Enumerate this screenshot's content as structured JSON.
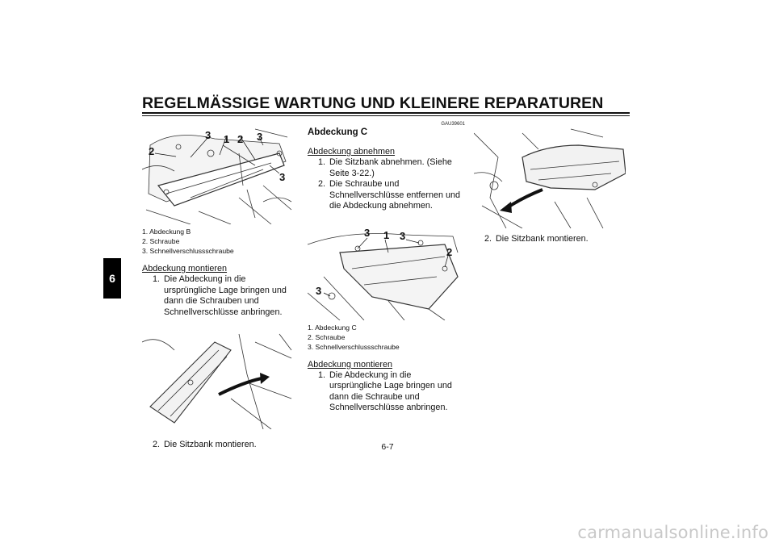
{
  "header": {
    "title": "REGELMÄSSIGE WARTUNG UND KLEINERE REPARATUREN",
    "chapter": "6"
  },
  "col1": {
    "figure_callouts": [
      "3",
      "1",
      "2",
      "3",
      "2",
      "3"
    ],
    "captions": [
      "1. Abdeckung B",
      "2. Schraube",
      "3. Schnellverschlussschraube"
    ],
    "install_heading": "Abdeckung montieren",
    "install_steps": [
      {
        "num": "1.",
        "text": "Die Abdeckung in die ursprüngliche Lage bringen und dann die Schrauben und Schnellverschlüsse anbringen."
      }
    ],
    "seat_step": {
      "num": "2.",
      "text": "Die Sitzbank montieren."
    }
  },
  "col2": {
    "section_code": "GAU39601",
    "section_title": "Abdeckung C",
    "remove_heading": "Abdeckung abnehmen",
    "remove_steps": [
      {
        "num": "1.",
        "text": "Die Sitzbank abnehmen. (Siehe Seite 3-22.)"
      },
      {
        "num": "2.",
        "text": "Die Schraube und Schnellverschlüsse entfernen und die Abdeckung abnehmen."
      }
    ],
    "figure_callouts": [
      "3",
      "1",
      "3",
      "2",
      "3"
    ],
    "captions": [
      "1. Abdeckung C",
      "2. Schraube",
      "3. Schnellverschlussschraube"
    ],
    "install_heading": "Abdeckung montieren",
    "install_steps": [
      {
        "num": "1.",
        "text": "Die Abdeckung in die ursprüngliche Lage bringen und dann die Schraube und Schnellverschlüsse anbringen."
      }
    ]
  },
  "col3": {
    "seat_step": {
      "num": "2.",
      "text": "Die Sitzbank montieren."
    }
  },
  "footer": {
    "page_number": "6-7",
    "watermark": "carmanualsonline.info"
  }
}
